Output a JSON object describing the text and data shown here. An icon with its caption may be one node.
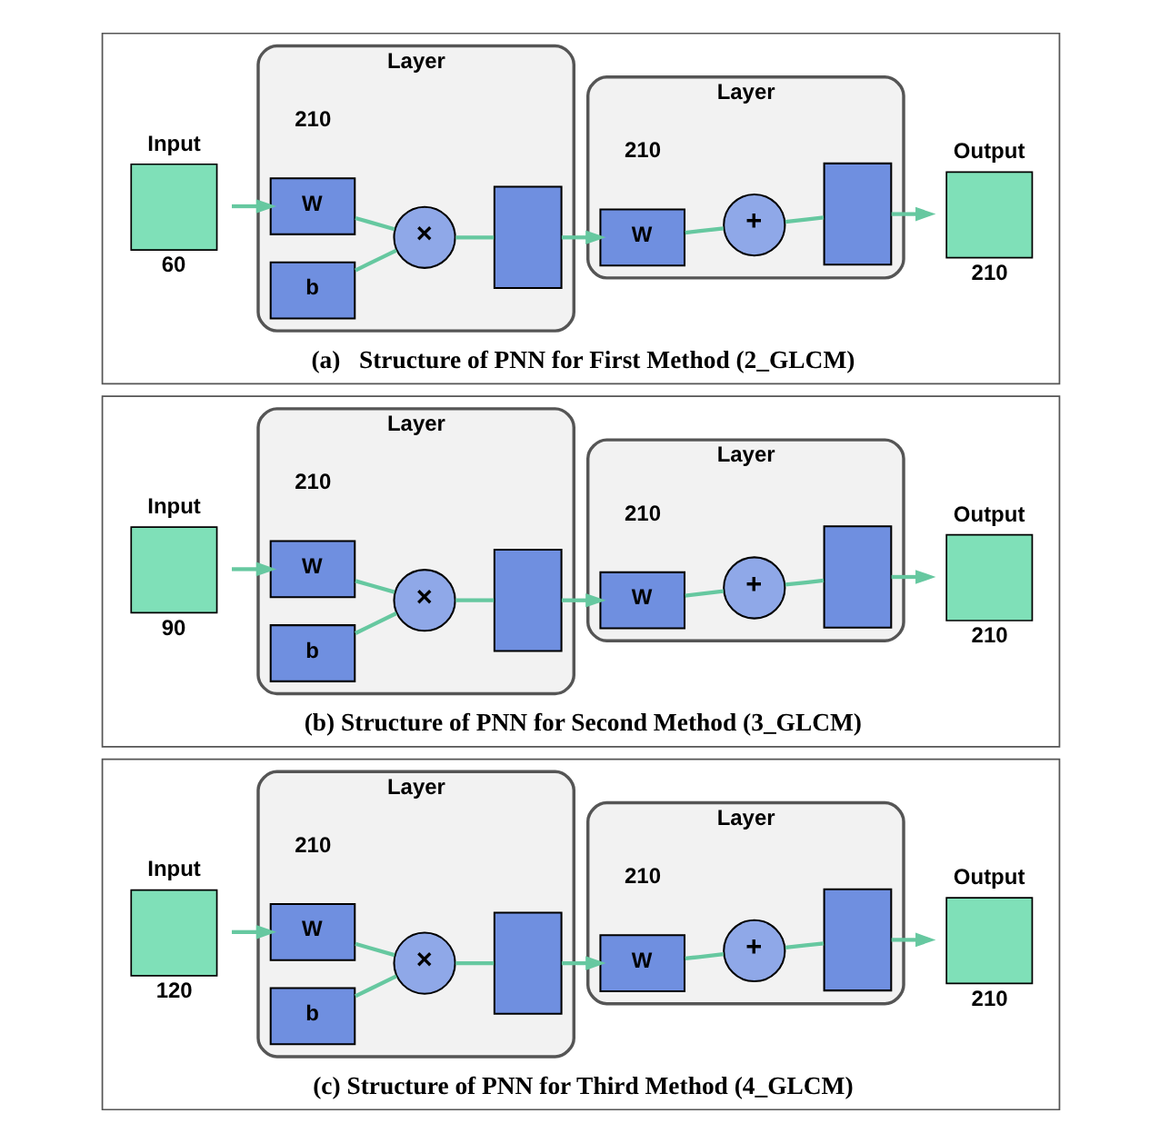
{
  "diagram": {
    "nodes": [
      {
        "text": [
          "(a)   Structure of PNN for First Method (2_GLCM)"
        ]
      },
      {
        "text": [
          "Input"
        ],
        "beside": [
          "60"
        ],
        "in": 0
      },
      {
        "text": [
          "Layer"
        ],
        "beside": [
          "210"
        ],
        "in": 0
      },
      {
        "text": [
          "W"
        ],
        "in": 2
      },
      {
        "text": [
          "b"
        ],
        "in": 2
      },
      {
        "text": [
          "×"
        ],
        "in": 2
      },
      {
        "text": [],
        "shape": "box",
        "in": 2
      },
      {
        "text": [
          "Layer"
        ],
        "beside": [
          "210"
        ],
        "in": 0
      },
      {
        "text": [
          "W"
        ],
        "in": 7
      },
      {
        "text": [
          "+"
        ],
        "in": 7
      },
      {
        "text": [],
        "shape": "box",
        "in": 7
      },
      {
        "text": [
          "Output"
        ],
        "beside": [
          "210"
        ],
        "in": 0
      },
      {
        "text": [
          "(b) Structure of PNN for Second Method (3_GLCM)"
        ]
      },
      {
        "text": [
          "Input"
        ],
        "beside": [
          "90"
        ],
        "in": 12
      },
      {
        "text": [
          "Layer"
        ],
        "beside": [
          "210"
        ],
        "in": 12
      },
      {
        "text": [
          "W"
        ],
        "in": 14
      },
      {
        "text": [
          "b"
        ],
        "in": 14
      },
      {
        "text": [
          "×"
        ],
        "in": 14
      },
      {
        "text": [],
        "shape": "box",
        "in": 14
      },
      {
        "text": [
          "Layer"
        ],
        "beside": [
          "210"
        ],
        "in": 12
      },
      {
        "text": [
          "W"
        ],
        "in": 19
      },
      {
        "text": [
          "+"
        ],
        "in": 19
      },
      {
        "text": [],
        "shape": "box",
        "in": 19
      },
      {
        "text": [
          "Output"
        ],
        "beside": [
          "210"
        ],
        "in": 12
      },
      {
        "text": [
          "(c) Structure of PNN for Third Method (4_GLCM)"
        ]
      },
      {
        "text": [
          "Input"
        ],
        "beside": [
          "120"
        ],
        "in": 24
      },
      {
        "text": [
          "Layer"
        ],
        "beside": [
          "210"
        ],
        "in": 24
      },
      {
        "text": [
          "W"
        ],
        "in": 26
      },
      {
        "text": [
          "b"
        ],
        "in": 26
      },
      {
        "text": [
          "×"
        ],
        "in": 26
      },
      {
        "text": [],
        "shape": "box",
        "in": 26
      },
      {
        "text": [
          "Layer"
        ],
        "beside": [
          "210"
        ],
        "in": 24
      },
      {
        "text": [
          "W"
        ],
        "in": 31
      },
      {
        "text": [
          "+"
        ],
        "in": 31
      },
      {
        "text": [],
        "shape": "box",
        "in": 31
      },
      {
        "text": [
          "Output"
        ],
        "beside": [
          "210"
        ],
        "in": 24
      }
    ],
    "edges": [
      {
        "from": 1,
        "to": 3,
        "arrow": "to"
      },
      {
        "from": 3,
        "to": 5,
        "arrow": "none"
      },
      {
        "from": 4,
        "to": 5,
        "arrow": "none"
      },
      {
        "from": 5,
        "to": 6,
        "arrow": "none"
      },
      {
        "from": 6,
        "to": 8,
        "arrow": "to"
      },
      {
        "from": 8,
        "to": 9,
        "arrow": "none"
      },
      {
        "from": 9,
        "to": 10,
        "arrow": "none"
      },
      {
        "from": 10,
        "to": 11,
        "arrow": "to"
      },
      {
        "from": 13,
        "to": 15,
        "arrow": "to"
      },
      {
        "from": 15,
        "to": 17,
        "arrow": "none"
      },
      {
        "from": 16,
        "to": 17,
        "arrow": "none"
      },
      {
        "from": 17,
        "to": 18,
        "arrow": "none"
      },
      {
        "from": 18,
        "to": 20,
        "arrow": "to"
      },
      {
        "from": 20,
        "to": 21,
        "arrow": "none"
      },
      {
        "from": 21,
        "to": 22,
        "arrow": "none"
      },
      {
        "from": 22,
        "to": 23,
        "arrow": "to"
      },
      {
        "from": 25,
        "to": 27,
        "arrow": "to"
      },
      {
        "from": 27,
        "to": 29,
        "arrow": "none"
      },
      {
        "from": 28,
        "to": 29,
        "arrow": "none"
      },
      {
        "from": 29,
        "to": 30,
        "arrow": "none"
      },
      {
        "from": 30,
        "to": 32,
        "arrow": "to"
      },
      {
        "from": 32,
        "to": 33,
        "arrow": "none"
      },
      {
        "from": 33,
        "to": 34,
        "arrow": "none"
      },
      {
        "from": 34,
        "to": 35,
        "arrow": "to"
      }
    ]
  }
}
